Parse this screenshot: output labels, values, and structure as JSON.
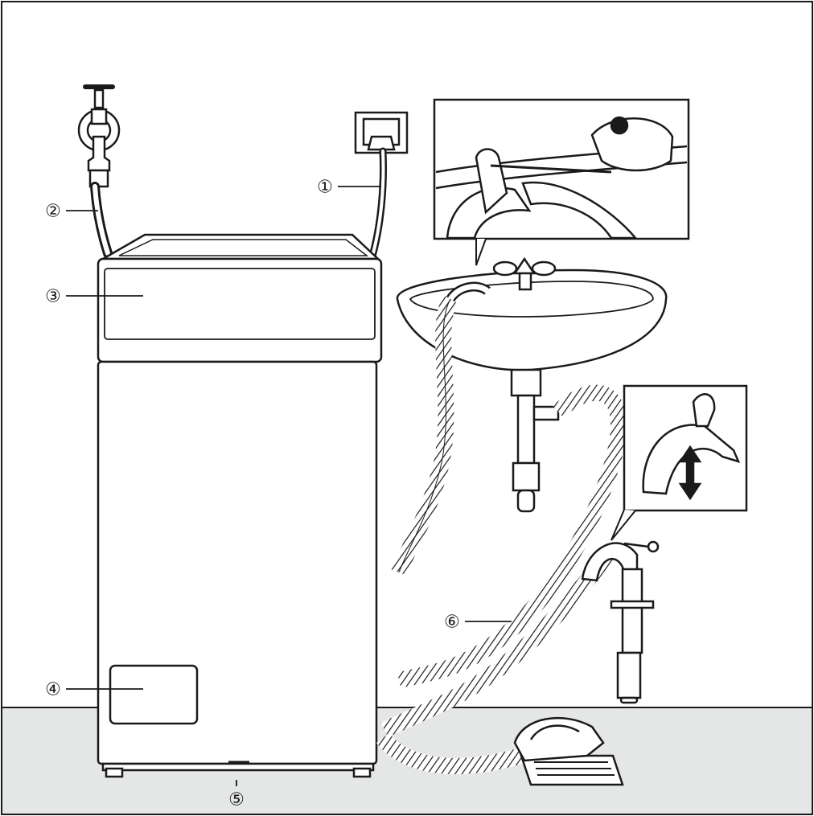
{
  "callouts": [
    {
      "id": "1",
      "label": "①"
    },
    {
      "id": "2",
      "label": "②"
    },
    {
      "id": "3",
      "label": "③"
    },
    {
      "id": "4",
      "label": "④"
    },
    {
      "id": "5",
      "label": "⑤"
    },
    {
      "id": "6",
      "label": "⑥"
    }
  ],
  "colors": {
    "line": "#1a1a1a",
    "floor": "#e5e6e6",
    "paper": "#ffffff"
  }
}
